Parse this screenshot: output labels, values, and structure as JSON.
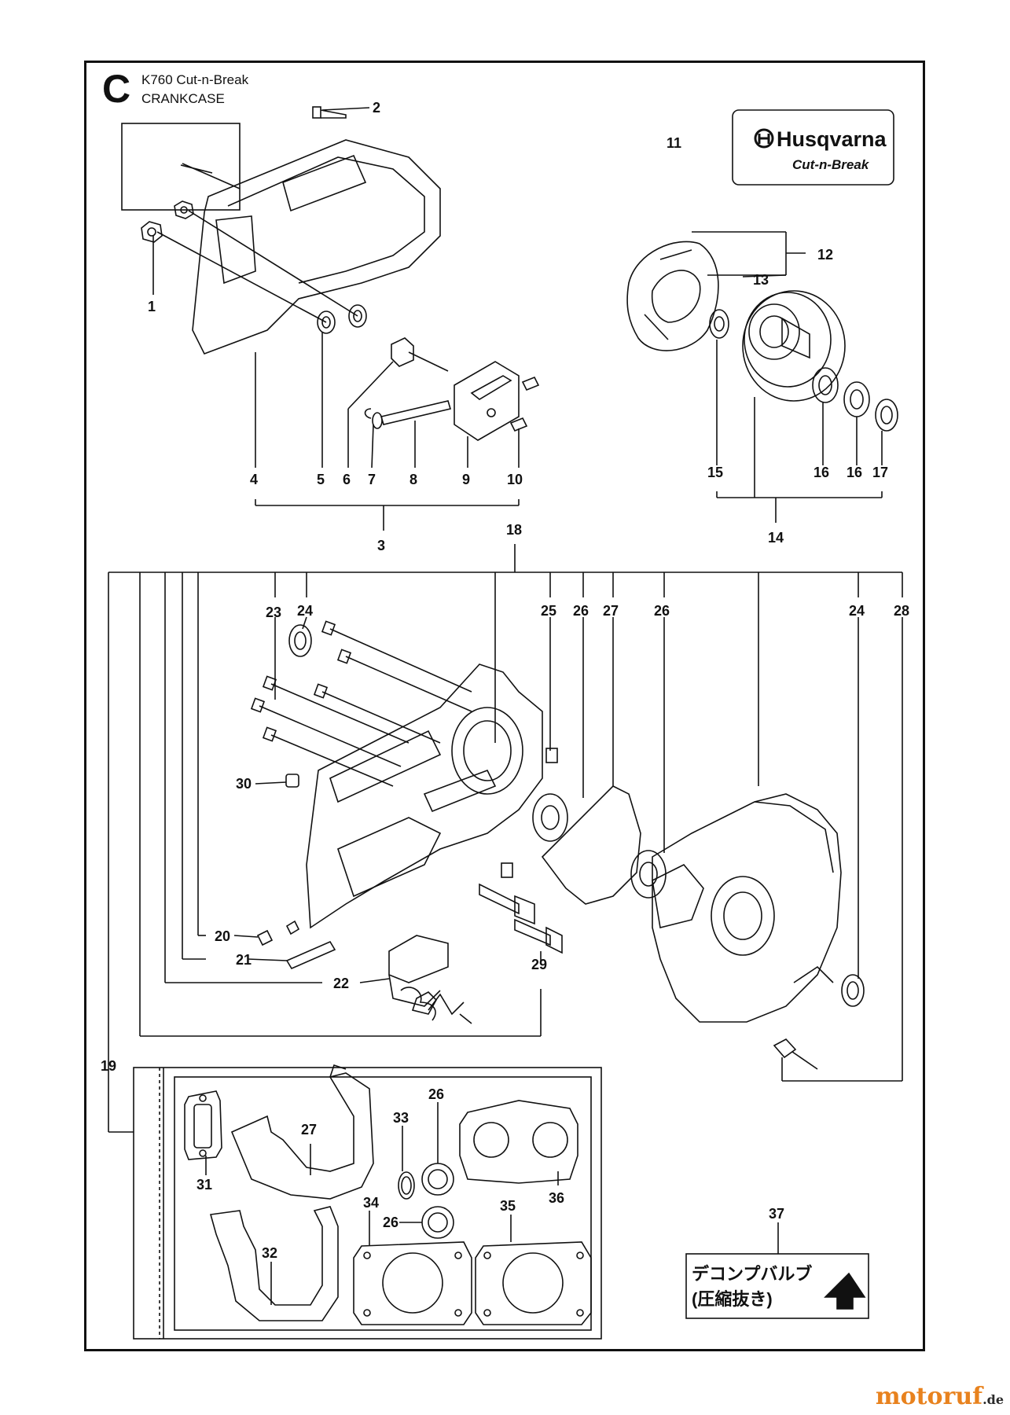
{
  "page": {
    "section_letter": "C",
    "model": "K760 Cut-n-Break",
    "section_name": "CRANKCASE"
  },
  "logo": {
    "brand": "Husqvarna",
    "product": "Cut-n-Break"
  },
  "decal": {
    "line1": "デコンプバルブ",
    "line2": "(圧縮抜き)"
  },
  "watermark": {
    "text": "motoruf",
    "suffix": ".de",
    "accent_color": "#e8821e"
  },
  "callouts": {
    "n1": "1",
    "n2": "2",
    "n3": "3",
    "n4": "4",
    "n5": "5",
    "n6": "6",
    "n7": "7",
    "n8": "8",
    "n9": "9",
    "n10": "10",
    "n11": "11",
    "n12": "12",
    "n13": "13",
    "n14": "14",
    "n15": "15",
    "n16a": "16",
    "n16b": "16",
    "n17": "17",
    "n18": "18",
    "n19": "19",
    "n20": "20",
    "n21": "21",
    "n22": "22",
    "n23": "23",
    "n24a": "24",
    "n24b": "24",
    "n25": "25",
    "n26a": "26",
    "n26b": "26",
    "n26c": "26",
    "n26d": "26",
    "n27a": "27",
    "n27b": "27",
    "n28": "28",
    "n29": "29",
    "n30": "30",
    "n31": "31",
    "n32": "32",
    "n33": "33",
    "n34": "34",
    "n35": "35",
    "n36": "36",
    "n37": "37"
  }
}
